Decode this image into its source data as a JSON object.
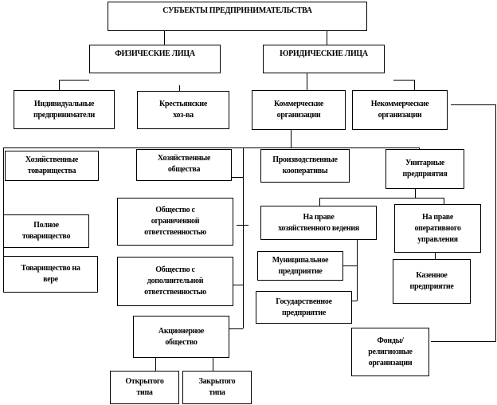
{
  "root": [
    "СУБЪЕКТЫ ПРЕДПРИНИМАТЕЛЬСТВА"
  ],
  "physical": [
    "ФИЗИЧЕСКИЕ ЛИЦА"
  ],
  "legal": [
    "ЮРИДИЧЕСКИЕ ЛИЦА"
  ],
  "individual": [
    "Индивидуальные",
    "предприниматели"
  ],
  "peasant": [
    "Крестьянские",
    "хоз-ва"
  ],
  "commercial": [
    "Коммерческие",
    "организации"
  ],
  "noncommercial": [
    "Некоммерческие",
    "организации"
  ],
  "partnerships": [
    "Хозяйственные",
    "товарищества"
  ],
  "societies": [
    "Хозяйственные",
    "общества"
  ],
  "cooperatives": [
    "Производственные",
    "кооперативы"
  ],
  "unitary": [
    "Унитарные",
    "предприятия"
  ],
  "llc": [
    "Общество с",
    "ограниченной",
    "ответственностью"
  ],
  "full_partnership": [
    "Полное",
    "товарищество"
  ],
  "limited_partnership": [
    "Товарищество на",
    "вере"
  ],
  "alc": [
    "Общество  с",
    "дополнительной",
    "ответственностью"
  ],
  "jsc": [
    "Акционерное",
    "общество"
  ],
  "open_type": [
    "Открытого",
    "типа"
  ],
  "closed_type": [
    "Закрытого",
    "типа"
  ],
  "economic_management": [
    "На праве",
    "хозяйственного  ведения"
  ],
  "operational_management": [
    "На праве",
    "оперативного",
    "управления"
  ],
  "municipal": [
    "Муниципальное",
    "предприятие"
  ],
  "state": [
    "Государственное",
    "предприятие"
  ],
  "treasury": [
    "Казенное",
    "предприятие"
  ],
  "funds": [
    "Фонды/",
    "религиозные",
    "организации"
  ]
}
